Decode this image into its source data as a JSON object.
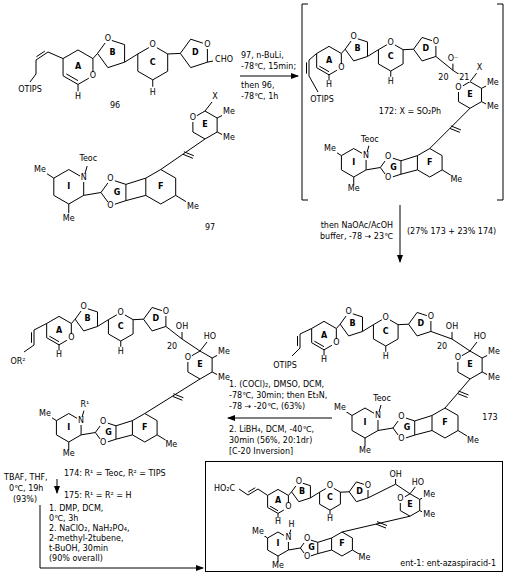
{
  "diagram": {
    "nodes": [
      {
        "text": [
          "ent-1: ent-azaspiracid-1"
        ]
      }
    ],
    "labels": [
      "A",
      "B",
      "C",
      "D",
      "O",
      "O",
      "O",
      "O",
      "H",
      "H",
      "OTIPS",
      "CHO",
      "96",
      "E",
      "O",
      "Me",
      "Me",
      "Teoc",
      "N",
      "I",
      "G",
      "F",
      "O",
      "O",
      "Me",
      "Me",
      "Me",
      "X",
      "97",
      "A",
      "B",
      "C",
      "D",
      "O",
      "O",
      "O",
      "O",
      "H",
      "H",
      "E",
      "O",
      "Me",
      "Me",
      "Teoc",
      "N",
      "I",
      "G",
      "F",
      "O",
      "O",
      "Me",
      "Me",
      "Me",
      "OTIPS",
      "O⁻",
      "20",
      "X",
      "21",
      "172: X = SO₂Ph",
      "A",
      "B",
      "C",
      "D",
      "O",
      "O",
      "O",
      "O",
      "H",
      "H",
      "E",
      "O",
      "Me",
      "Me",
      "Teoc",
      "N",
      "I",
      "G",
      "F",
      "O",
      "O",
      "Me",
      "Me",
      "Me",
      "OTIPS",
      "OH",
      "20",
      "HO",
      "173",
      "A",
      "B",
      "C",
      "D",
      "O",
      "O",
      "O",
      "O",
      "H",
      "H",
      "E",
      "O",
      "Me",
      "Me",
      "R¹",
      "N",
      "I",
      "G",
      "F",
      "O",
      "O",
      "Me",
      "Me",
      "Me",
      "OR²",
      "OH",
      "20",
      "HO",
      "174: R¹ = Teoc, R² = TIPS",
      "TBAF, THF,",
      "0℃, 19h",
      "(93%)",
      "175: R¹ = R² = H",
      "A",
      "B",
      "C",
      "D",
      "O",
      "O",
      "O",
      "O",
      "H",
      "H",
      "E",
      "O",
      "Me",
      "Me",
      "H",
      "N",
      "I",
      "G",
      "F",
      "O",
      "O",
      "Me",
      "Me",
      "Me",
      "HO₂C",
      "OH",
      "HO",
      "97, n-BuLi,",
      "-78℃, 15min;",
      "then 96,",
      "-78℃, 1h",
      "then NaOAc/AcOH",
      "buffer, -78 → 23℃",
      "(27% 173 + 23% 174)",
      "1. (COCl)₂, DMSO, DCM,",
      "-78℃, 30min; then Et₃N,",
      "-78 → -20℃, (63%)",
      "2. LiBH₄, DCM, -40℃,",
      "30min (56%, 20:1dr)",
      "[C-20 Inversion]",
      "1. DMP, DCM,",
      "0℃, 3h",
      "2. NaClO₂, NaH₂PO₄,",
      "2-methyl-2tubene,",
      "t-BuOH, 30min",
      "(90% overall)"
    ]
  }
}
